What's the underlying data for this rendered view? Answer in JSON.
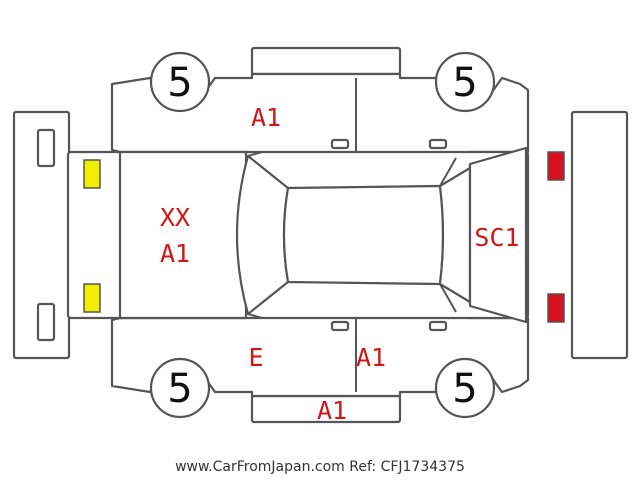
{
  "diagram": {
    "tires": {
      "front_left": "5",
      "rear_left": "5",
      "front_right": "5",
      "rear_right": "5"
    },
    "damage_codes": {
      "roof_front_1": "XX",
      "roof_front_2": "A1",
      "upper_front_door": "A1",
      "rear_window": "SC1",
      "lower_front_door": "E",
      "lower_rear_door": "A1",
      "lower_sill": "A1"
    },
    "lights": {
      "front_color": "#f2ee00",
      "rear_color": "#d81020"
    },
    "colors": {
      "outline": "#555555",
      "code_text": "#d01818"
    },
    "credit": "www.CarFromJapan.com Ref: CFJ1734375"
  }
}
